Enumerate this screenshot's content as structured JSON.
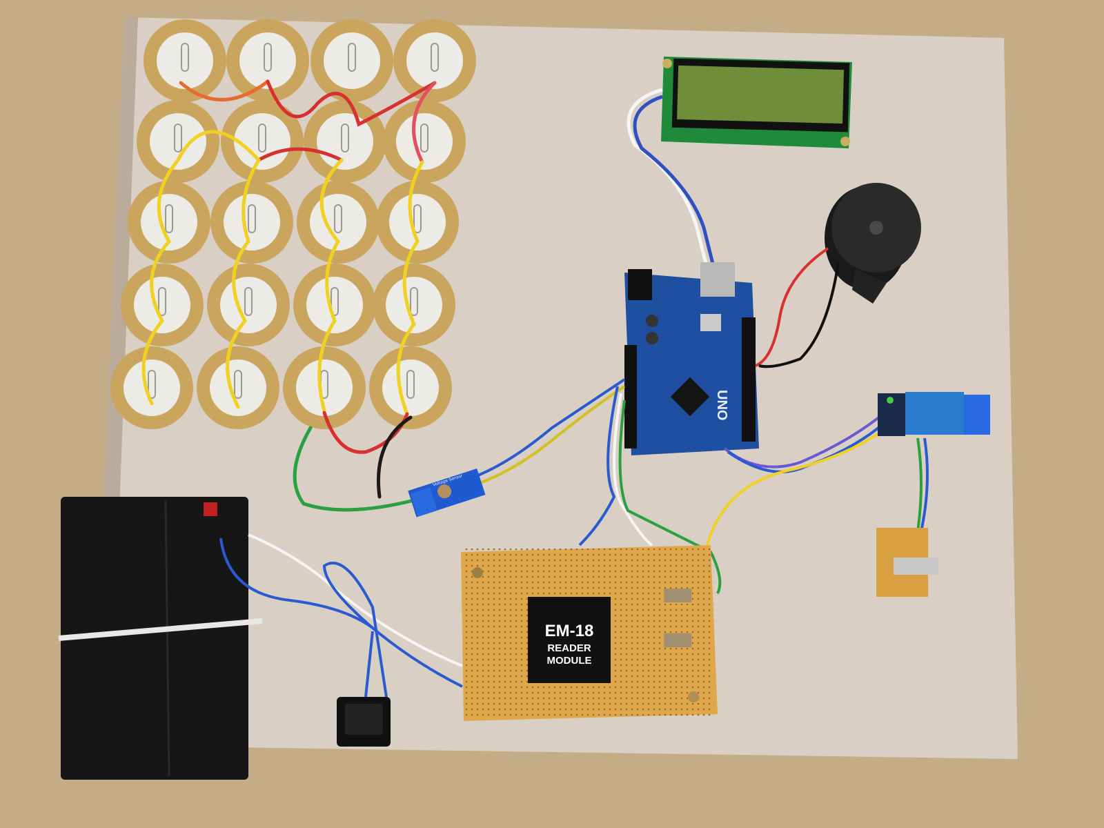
{
  "scene": {
    "em18_title": "EM-18",
    "em18_line1": "READER",
    "em18_line2": "MODULE",
    "arduino_label": "UNO",
    "sensor_label": "Voltage Sensor"
  },
  "colors": {
    "table": "#c4ad86",
    "board": "#d9cfc4",
    "piezo_brass": "#c9a55e",
    "piezo_ceramic": "#ecebe6",
    "arduino": "#1f4fa0",
    "perfboard": "#e0a84a",
    "battery": "#161616",
    "wire_yellow": "#f0d020",
    "wire_red": "#d83030",
    "wire_blue": "#2a5ad0",
    "wire_green": "#2aa040"
  }
}
